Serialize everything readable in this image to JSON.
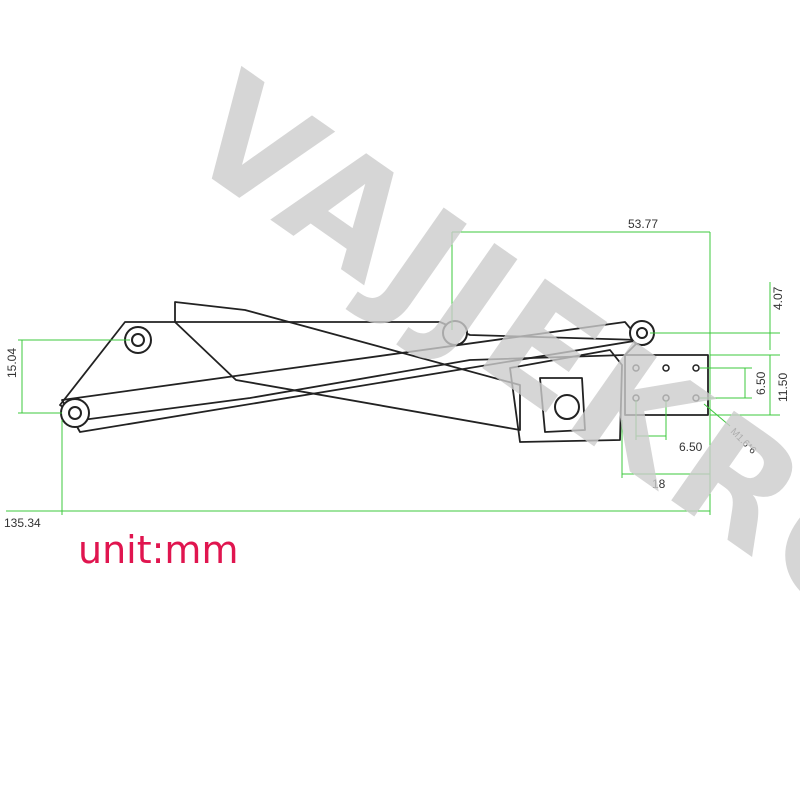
{
  "watermark": {
    "text": "VAJJEKRC",
    "color": "#cccccc"
  },
  "dimensions": {
    "top_span": "53.77",
    "right_small": "4.07",
    "left_height": "15.04",
    "hole_vertical": "6.50",
    "right_height": "11.50",
    "thread": "M1.6*6",
    "hole_horizontal": "6.50",
    "bracket_width": "18",
    "overall_length": "135.34"
  },
  "unit_label": "unit:mm",
  "colors": {
    "dimension_line": "#3cc83c",
    "outline": "#222222",
    "unit_text": "#e0154f"
  }
}
